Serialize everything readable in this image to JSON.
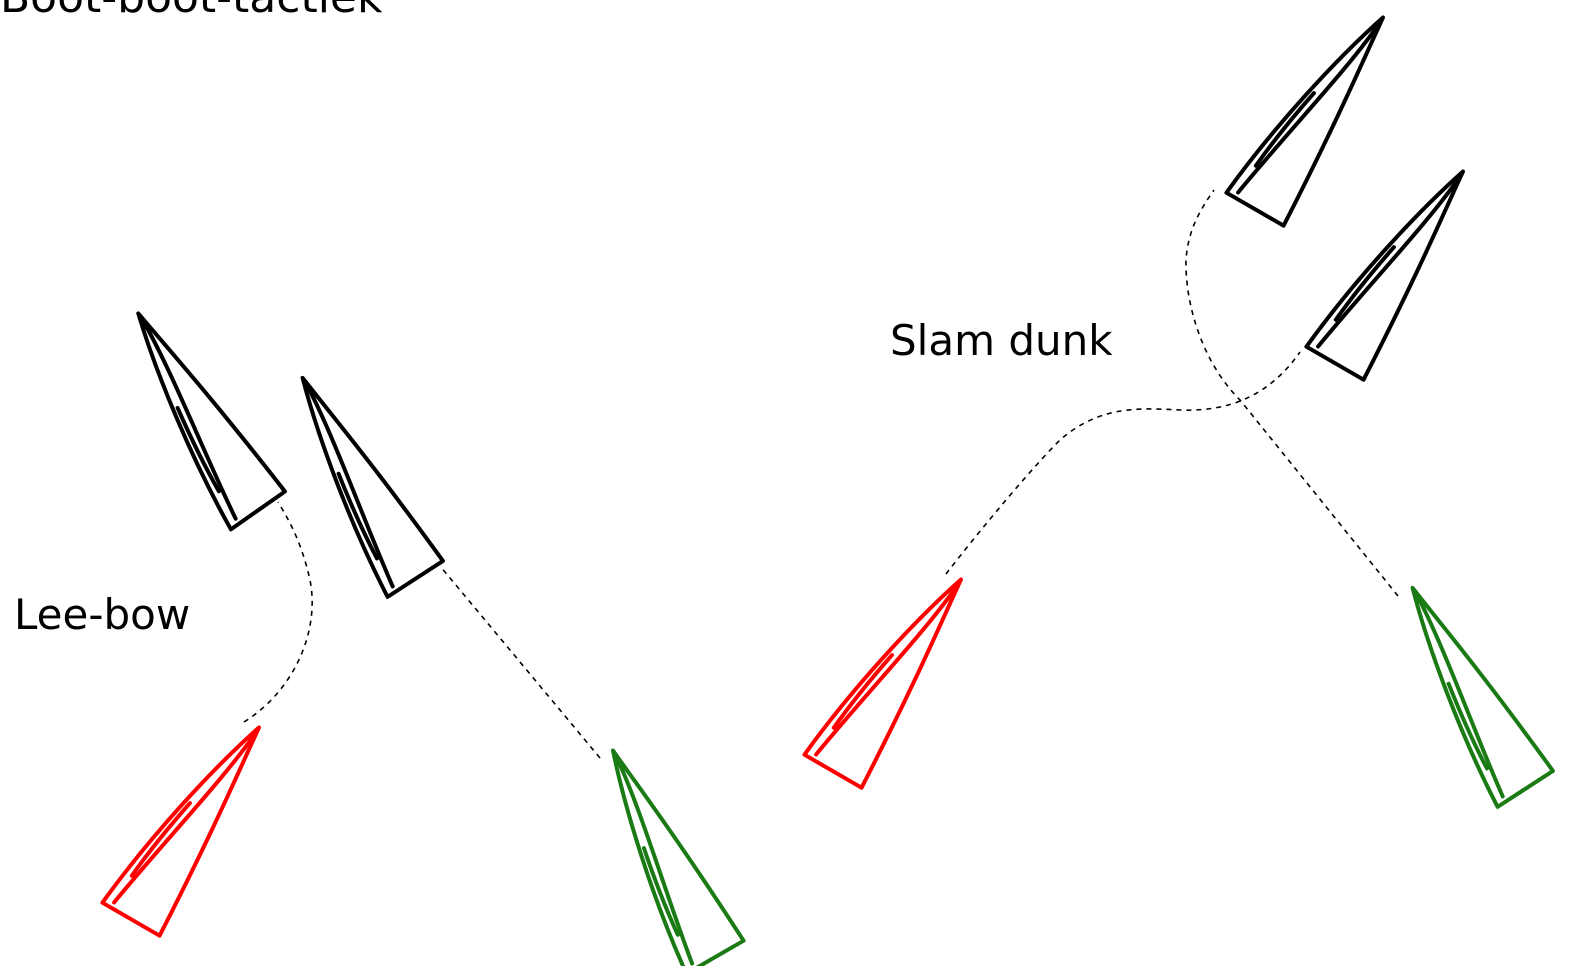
{
  "diagram": {
    "title": "Boot-boot-tactiek",
    "labels": {
      "lee_bow": "Lee-bow",
      "slam_dunk": "Slam dunk"
    },
    "colors": {
      "red_boat": "#ff0000",
      "green_boat": "#1a7a14",
      "black_boat": "#000000",
      "track": "#000000"
    },
    "scenarios": [
      {
        "name": "Lee-bow",
        "boats": [
          {
            "role": "red-before",
            "color": "red_boat"
          },
          {
            "role": "red-after",
            "color": "black_boat"
          },
          {
            "role": "green-before",
            "color": "green_boat"
          },
          {
            "role": "green-after",
            "color": "black_boat"
          }
        ]
      },
      {
        "name": "Slam dunk",
        "boats": [
          {
            "role": "red-before",
            "color": "red_boat"
          },
          {
            "role": "red-after",
            "color": "black_boat"
          },
          {
            "role": "green-before",
            "color": "green_boat"
          },
          {
            "role": "green-after",
            "color": "black_boat"
          }
        ]
      }
    ]
  }
}
